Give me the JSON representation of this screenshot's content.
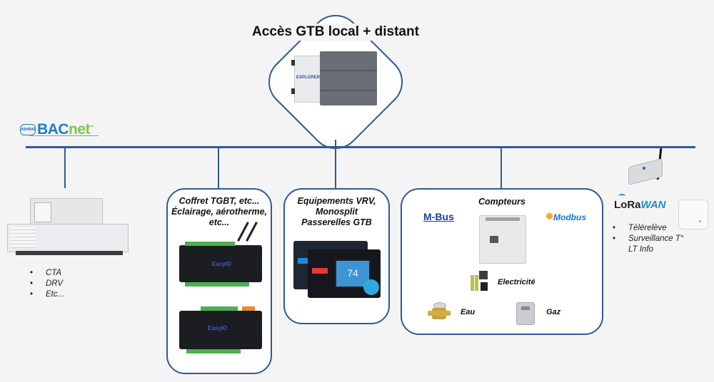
{
  "title": "Accès GTB local + distant",
  "hub_device": {
    "brand_label": "EXPLORER"
  },
  "protocol_logo": {
    "ashrae": "ASHRAE",
    "bacnet_blue": "BAC",
    "bacnet_green": "net",
    "tm": "™"
  },
  "left_equipment": {
    "bullets": [
      "CTA",
      "DRV",
      "Etc..."
    ]
  },
  "box_tgbt": {
    "title_lines": [
      "Coffret TGBT, etc...",
      "Éclairage, aérotherme,",
      "etc..."
    ],
    "device_brand": "EasyIO"
  },
  "box_vrv": {
    "title_lines": [
      "Equipements VRV,",
      "Monosplit",
      "Passerelles GTB"
    ],
    "display_value": "74"
  },
  "box_compteurs": {
    "title": "Compteurs",
    "mbus_label": "M-Bus",
    "modbus_label": "Modbus",
    "electricite_label": "Electricité",
    "eau_label": "Eau",
    "gaz_label": "Gaz"
  },
  "lorawan": {
    "logo_lora": "LoRa",
    "logo_wan": "WAN",
    "bullets": [
      "Télérelève",
      "Surveillance T°"
    ],
    "extra_line": "LT Info"
  },
  "colors": {
    "line": "#2f5a96",
    "background": "#f4f4f4",
    "bacnet_blue": "#1a7fc9",
    "bacnet_green": "#7cc84a"
  }
}
